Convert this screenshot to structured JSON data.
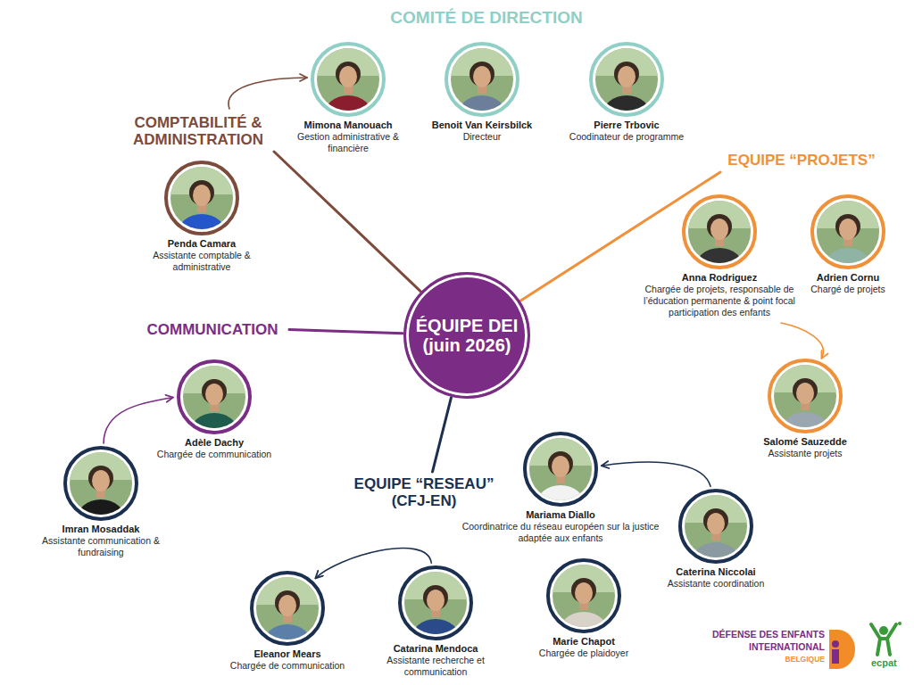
{
  "diagram": {
    "nodes": [
      {
        "text": [
          "COMITÉ DE DIRECTION"
        ]
      },
      {
        "text": [
          "Mimona Manouach",
          "Gestion administrative & financière"
        ]
      },
      {
        "text": [
          "Benoit Van Keirsbilck",
          "Directeur"
        ]
      },
      {
        "text": [
          "Pierre Trbovic",
          "Coodinateur de programme"
        ]
      },
      {
        "text": [
          "COMPTABILITÉ & ADMINISTRATION"
        ]
      },
      {
        "text": [
          "EQUIPE “PROJETS”"
        ]
      },
      {
        "text": [
          "Penda Camara",
          "Assistante comptable & administrative"
        ]
      },
      {
        "text": [
          "Anna Rodriguez",
          "Chargée de projets, responsable de l’éducation permanente & point focal participation des enfants"
        ]
      },
      {
        "text": [
          "Adrien Cornu",
          "Chargé de projets"
        ]
      },
      {
        "text": [
          "ÉQUIPE DEI (juin 2026)"
        ]
      },
      {
        "text": [
          "COMMUNICATION"
        ]
      },
      {
        "text": [
          "Salomé Sauzedde",
          "Assistante projets"
        ]
      },
      {
        "text": [
          "Adèle Dachy",
          "Chargée de communication"
        ]
      },
      {
        "text": [
          "EQUIPE “RESEAU” (CFJ-EN)"
        ]
      },
      {
        "text": [
          "Imran Mosaddak",
          "Assistante communication & fundraising"
        ]
      },
      {
        "text": [
          "Mariama Diallo",
          "Coordinatrice du réseau européen sur la justice adaptée aux enfants"
        ]
      },
      {
        "text": [
          "Caterina Niccolai",
          "Assistante coordination"
        ]
      },
      {
        "text": [
          "Eleanor Mears",
          "Chargée de communication"
        ]
      },
      {
        "text": [
          "Catarina Mendoca",
          "Assistante recherche et communication"
        ]
      },
      {
        "text": [
          "Marie Chapot",
          "Chargée de plaidoyer"
        ]
      }
    ],
    "edges": [
      {
        "from": 9,
        "to": 4,
        "arrow": "none"
      },
      {
        "from": 9,
        "to": 5,
        "arrow": "none"
      },
      {
        "from": 9,
        "to": 10,
        "arrow": "none"
      },
      {
        "from": 9,
        "to": 13,
        "arrow": "none"
      },
      {
        "from": 4,
        "to": 1,
        "arrow": "to"
      },
      {
        "from": 7,
        "to": 11,
        "arrow": "to"
      },
      {
        "from": 14,
        "to": 12,
        "arrow": "to"
      },
      {
        "from": 16,
        "to": 15,
        "arrow": "to"
      },
      {
        "from": 18,
        "to": 17,
        "arrow": "to"
      }
    ],
    "labels": [
      "DÉFENSE DES ENFANTS",
      "INTERNATIONAL",
      "BELGIQUE",
      "ecpat"
    ]
  }
}
